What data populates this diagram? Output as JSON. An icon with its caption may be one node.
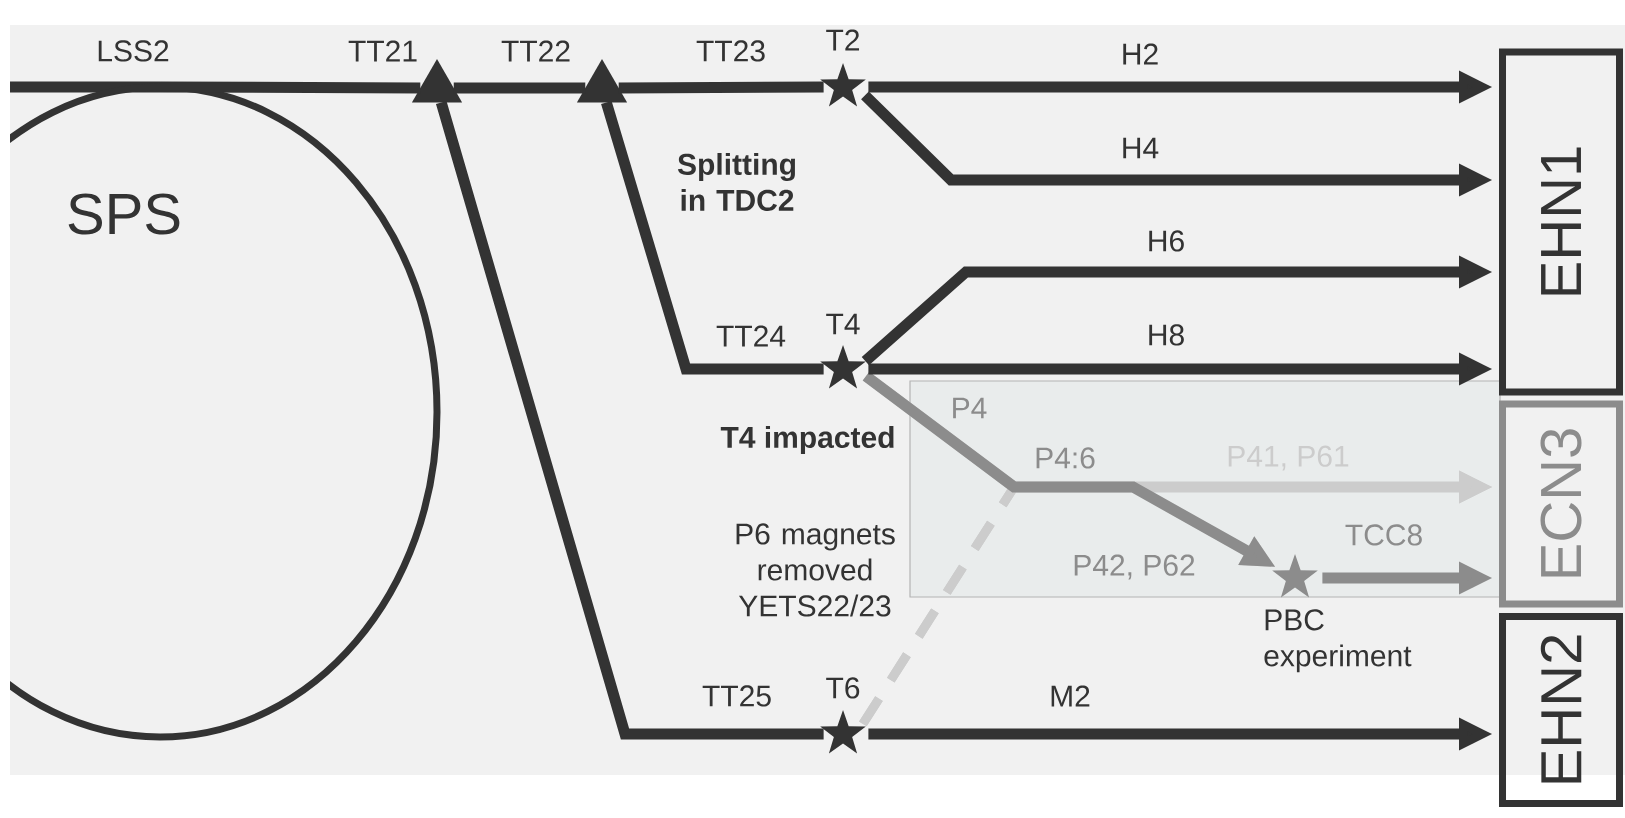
{
  "diagram": {
    "nodes": [
      {
        "text": [
          "SPS"
        ]
      },
      {
        "text": [
          "TT21"
        ]
      },
      {
        "text": [],
        "shape": "triangle"
      },
      {
        "text": [
          "T2"
        ]
      },
      {
        "text": [
          "T4"
        ]
      },
      {
        "text": [
          "T6"
        ]
      },
      {
        "text": [
          "PBC experiment"
        ]
      },
      {
        "text": [
          "EHN1"
        ]
      },
      {
        "text": [
          "ECN3"
        ]
      },
      {
        "text": [
          "EHN2"
        ]
      }
    ],
    "edges": [
      {
        "from": 0,
        "to": 1,
        "arrow": "none",
        "label": "LSS2"
      },
      {
        "from": 1,
        "to": 2,
        "arrow": "none",
        "label": "TT22"
      },
      {
        "from": 2,
        "to": 3,
        "arrow": "none",
        "label": "TT23"
      },
      {
        "from": 2,
        "to": 4,
        "arrow": "none",
        "label": "TT24"
      },
      {
        "from": 1,
        "to": 5,
        "arrow": "none",
        "label": "TT25"
      },
      {
        "from": 3,
        "to": 7,
        "arrow": "to",
        "label": "H2"
      },
      {
        "from": 3,
        "to": 7,
        "arrow": "to",
        "label": "H4"
      },
      {
        "from": 4,
        "to": 7,
        "arrow": "to",
        "label": "H6"
      },
      {
        "from": 4,
        "to": 7,
        "arrow": "to",
        "label": "H8"
      },
      {
        "from": 5,
        "to": 8,
        "arrow": "to",
        "style": "dashed",
        "color": "#cccccc"
      },
      {
        "from": 5,
        "to": 6,
        "arrow": "to",
        "style": "dashed",
        "color": "#cccccc"
      },
      {
        "from": 4,
        "to": 8,
        "arrow": "to",
        "label": "P41, P61",
        "color": "#cccccc"
      },
      {
        "from": 4,
        "to": 6,
        "arrow": "to",
        "label": "P42, P62",
        "color": "#8c8c8c"
      },
      {
        "from": 6,
        "to": 8,
        "arrow": "to",
        "label": "TCC8",
        "color": "#8c8c8c"
      },
      {
        "from": 5,
        "to": 9,
        "arrow": "to",
        "label": "M2"
      }
    ],
    "labels": [
      "Splitting in TDC2",
      "P4",
      "T4 impacted",
      "P4:6",
      "P6 magnets removed YETS22/23"
    ]
  }
}
